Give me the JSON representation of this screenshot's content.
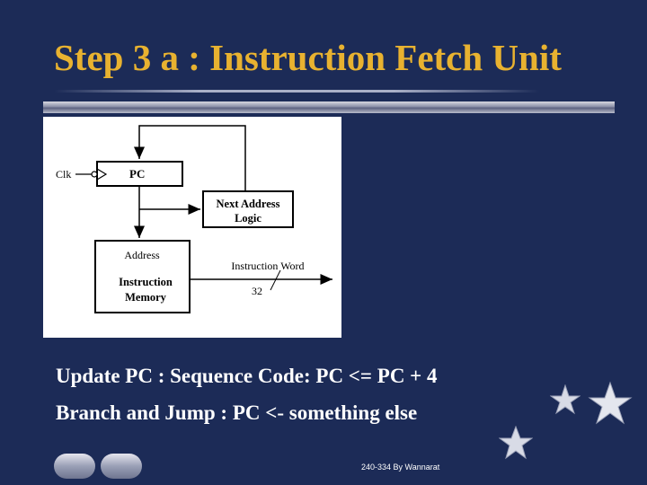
{
  "slide": {
    "title": "Step 3 a : Instruction Fetch Unit",
    "bullets": [
      "Update PC : Sequence Code: PC <= PC + 4",
      "Branch and Jump : PC <- something else"
    ],
    "footer": "240-334 By Wannarat"
  },
  "diagram": {
    "clk_label": "Clk",
    "pc_label": "PC",
    "next_address_label_line1": "Next Address",
    "next_address_label_line2": "Logic",
    "address_label": "Address",
    "imem_label_line1": "Instruction",
    "imem_label_line2": "Memory",
    "instruction_word_label": "Instruction Word",
    "bus_width_label": "32"
  },
  "colors": {
    "background": "#1c2b57",
    "title": "#e8b230",
    "text": "#ffffff"
  },
  "icons": [
    "star-icon",
    "star-icon",
    "star-icon"
  ]
}
